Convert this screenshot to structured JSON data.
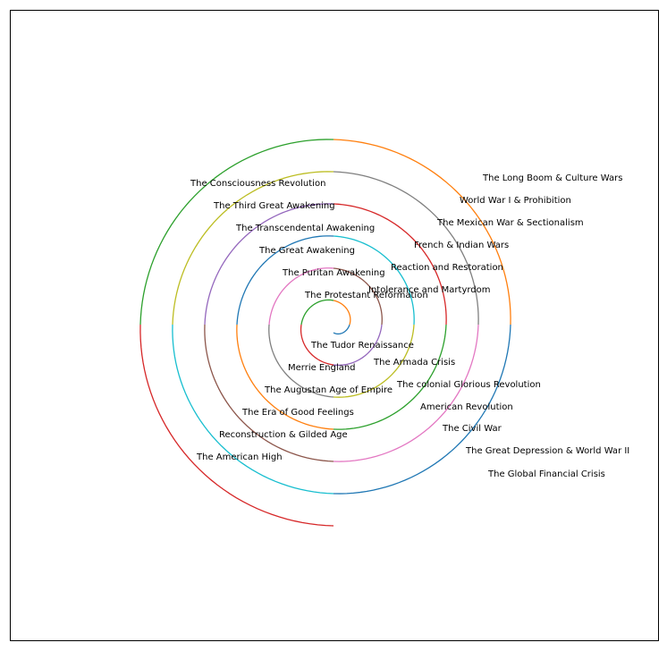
{
  "chart_data": {
    "type": "spiral",
    "title": "",
    "xlabel": "",
    "ylabel": "",
    "grid": false,
    "axes_visible": false,
    "segments": [
      {
        "label": "The Tudor Renaissance",
        "color": "#1f77b4"
      },
      {
        "label": "The Protestant Reformation",
        "color": "#ff7f0e"
      },
      {
        "label": "Intolerance and Martyrdom",
        "color": "#2ca02c"
      },
      {
        "label": "The Armada Crisis",
        "color": "#d62728"
      },
      {
        "label": "Merrie England",
        "color": "#9467bd"
      },
      {
        "label": "The Puritan Awakening",
        "color": "#8c564b"
      },
      {
        "label": "Reaction and Restoration",
        "color": "#e377c2"
      },
      {
        "label": "The colonial Glorious Revolution",
        "color": "#7f7f7f"
      },
      {
        "label": "The Augustan Age of Empire",
        "color": "#bcbd22"
      },
      {
        "label": "The Great Awakening",
        "color": "#17becf"
      },
      {
        "label": "French & Indian Wars",
        "color": "#1f77b4"
      },
      {
        "label": "American Revolution",
        "color": "#ff7f0e"
      },
      {
        "label": "The Era of Good Feelings",
        "color": "#2ca02c"
      },
      {
        "label": "The Transcendental Awakening",
        "color": "#d62728"
      },
      {
        "label": "The Mexican War & Sectionalism",
        "color": "#9467bd"
      },
      {
        "label": "The Civil War",
        "color": "#8c564b"
      },
      {
        "label": "Reconstruction & Gilded Age",
        "color": "#e377c2"
      },
      {
        "label": "The Third Great Awakening",
        "color": "#7f7f7f"
      },
      {
        "label": "World War I & Prohibition",
        "color": "#bcbd22"
      },
      {
        "label": "The Great Depression & World War II",
        "color": "#17becf"
      },
      {
        "label": "The American High",
        "color": "#1f77b4"
      },
      {
        "label": "The Consciousness Revolution",
        "color": "#ff7f0e"
      },
      {
        "label": "The Long Boom & Culture Wars",
        "color": "#2ca02c"
      },
      {
        "label": "The Global Financial Crisis",
        "color": "#d62728"
      }
    ]
  }
}
